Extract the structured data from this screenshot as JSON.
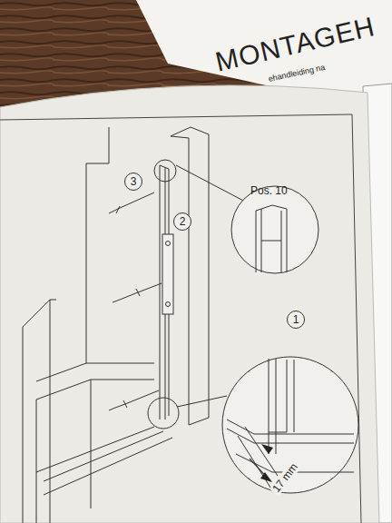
{
  "diagram": {
    "nodes": [
      {
        "text": [
          "3"
        ]
      },
      {
        "text": [
          "2"
        ]
      },
      {
        "text": [
          "1"
        ]
      }
    ],
    "labels": [
      "MONTAGEH",
      "ehandleiding na",
      "Pos. 10",
      "17 mm"
    ]
  }
}
